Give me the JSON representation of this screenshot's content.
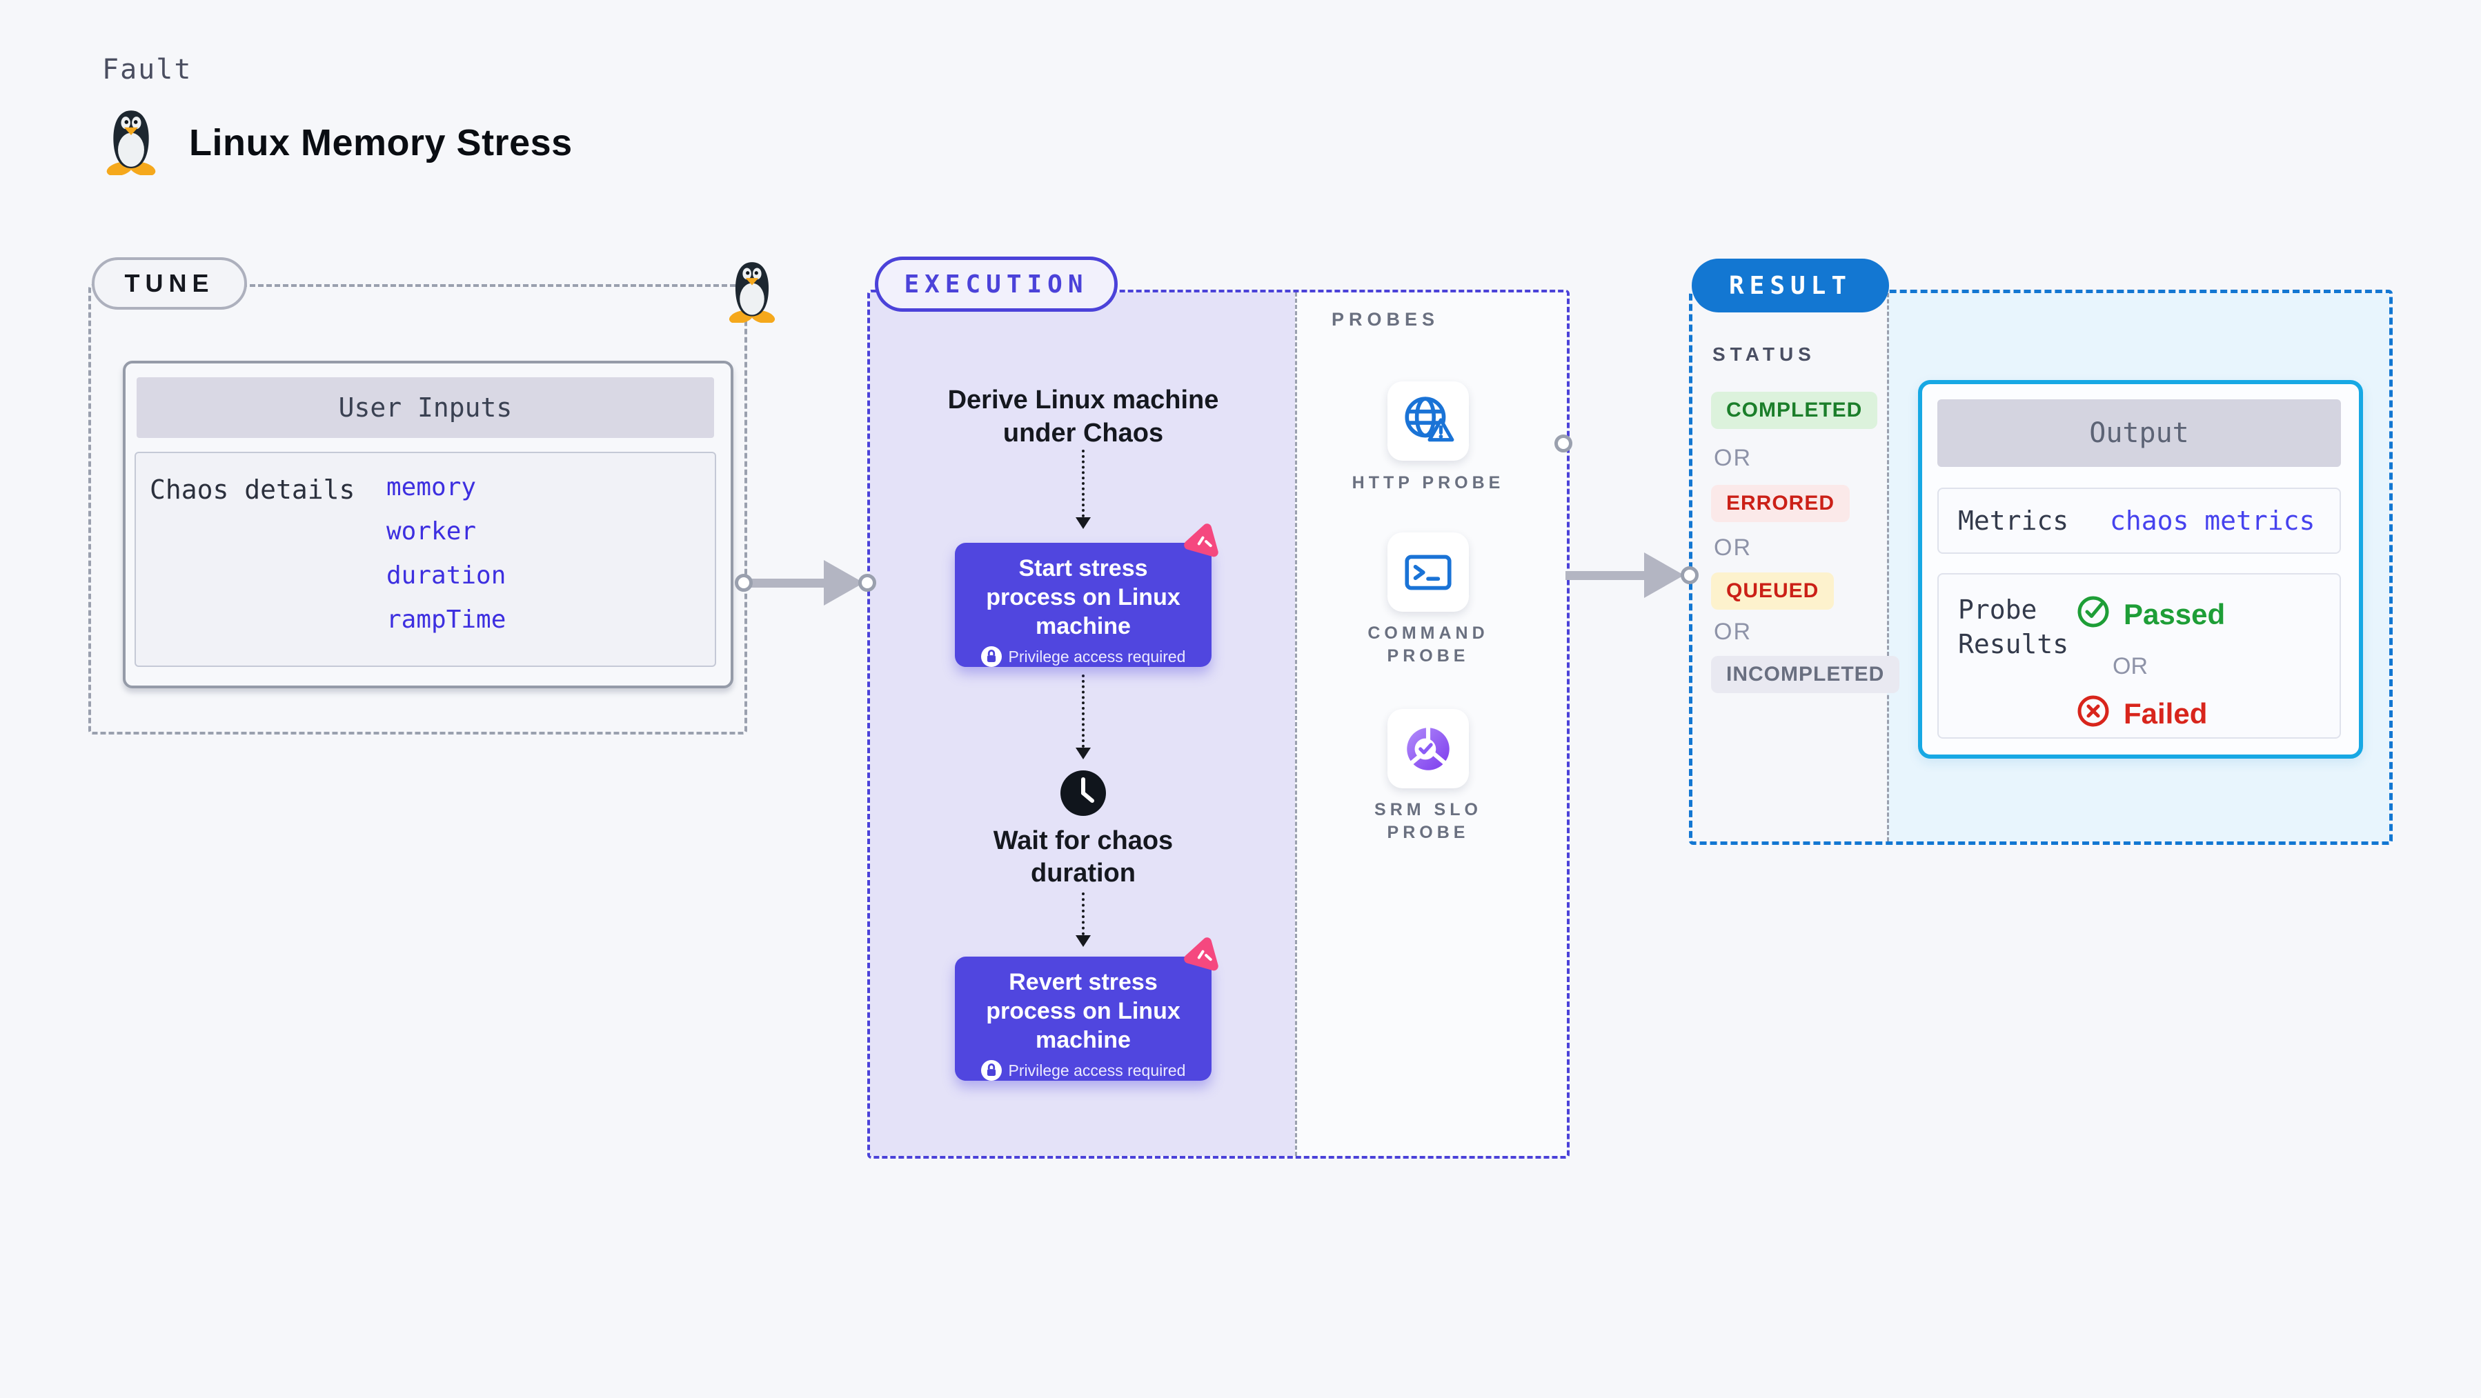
{
  "page": {
    "title_label": "Fault",
    "title": "Linux Memory Stress"
  },
  "colors": {
    "indigo": "#4b42d9",
    "node_purple": "#5046df",
    "lavender_bg": "#e4e2f8",
    "pink": "#f5487f",
    "result_blue": "#1377d2",
    "output_border": "#17a8e4",
    "result_bg": "#e8f5fd",
    "probe_blue": "#1a73d6",
    "srm_purple": "#7c3aed",
    "value_blue": "#3d2fe0",
    "green": "#1e9e37",
    "green_badge_bg": "#dcf2dc",
    "green_badge_text": "#1b7e2a",
    "red": "#d8251c",
    "red_badge_bg": "#fbe9e9",
    "red_badge_text": "#cb2017",
    "yellow_badge_bg": "#fdf2cd",
    "neutral_badge_bg": "#e9e9f1",
    "neutral_badge_text": "#696f80",
    "gray_border": "#9aa0ae",
    "arrow_gray": "#b3b5c2"
  },
  "tune": {
    "pill": "TUNE",
    "card_header": "User Inputs",
    "row_label": "Chaos details",
    "inputs": [
      "memory",
      "worker",
      "duration",
      "rampTime"
    ]
  },
  "execution": {
    "pill": "EXECUTION",
    "probes_label": "PROBES",
    "derive_lines": [
      "Derive Linux machine",
      "under Chaos"
    ],
    "start_box": {
      "lines": [
        "Start stress",
        "process on Linux",
        "machine"
      ],
      "note": "Privilege access required"
    },
    "wait_lines": [
      "Wait for chaos",
      "duration"
    ],
    "revert_box": {
      "lines": [
        "Revert stress",
        "process on Linux",
        "machine"
      ],
      "note": "Privilege access required"
    },
    "probes": [
      {
        "name": "http-probe",
        "lines": [
          "HTTP PROBE"
        ]
      },
      {
        "name": "command-probe",
        "lines": [
          "COMMAND",
          "PROBE"
        ]
      },
      {
        "name": "srm-slo-probe",
        "lines": [
          "SRM SLO",
          "PROBE"
        ]
      }
    ]
  },
  "result": {
    "pill": "RESULT",
    "status_label": "STATUS",
    "or_label": "OR",
    "statuses": [
      {
        "label": "COMPLETED",
        "kind": "completed"
      },
      {
        "label": "ERRORED",
        "kind": "errored"
      },
      {
        "label": "QUEUED",
        "kind": "queued"
      },
      {
        "label": "INCOMPLETED",
        "kind": "incompleted"
      }
    ],
    "output": {
      "header": "Output",
      "metrics_label": "Metrics",
      "metrics_value": "chaos metrics",
      "probe_results_lines": [
        "Probe",
        "Results"
      ],
      "passed": "Passed",
      "failed": "Failed"
    }
  }
}
